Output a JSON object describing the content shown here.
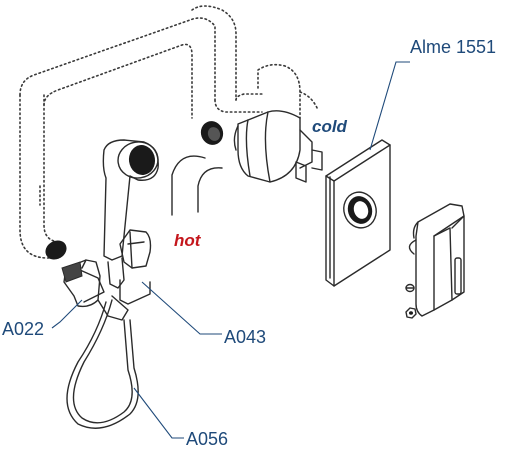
{
  "labels": {
    "mixer_model": "Alme 1551",
    "cold": "cold",
    "hot": "hot",
    "part_a022": "A022",
    "part_a043": "A043",
    "part_a056": "A056"
  },
  "colors": {
    "hot": "#c4161c",
    "cold": "#1f4a7a",
    "leader": "#1f4a7a",
    "outline": "#2b2b2b"
  }
}
